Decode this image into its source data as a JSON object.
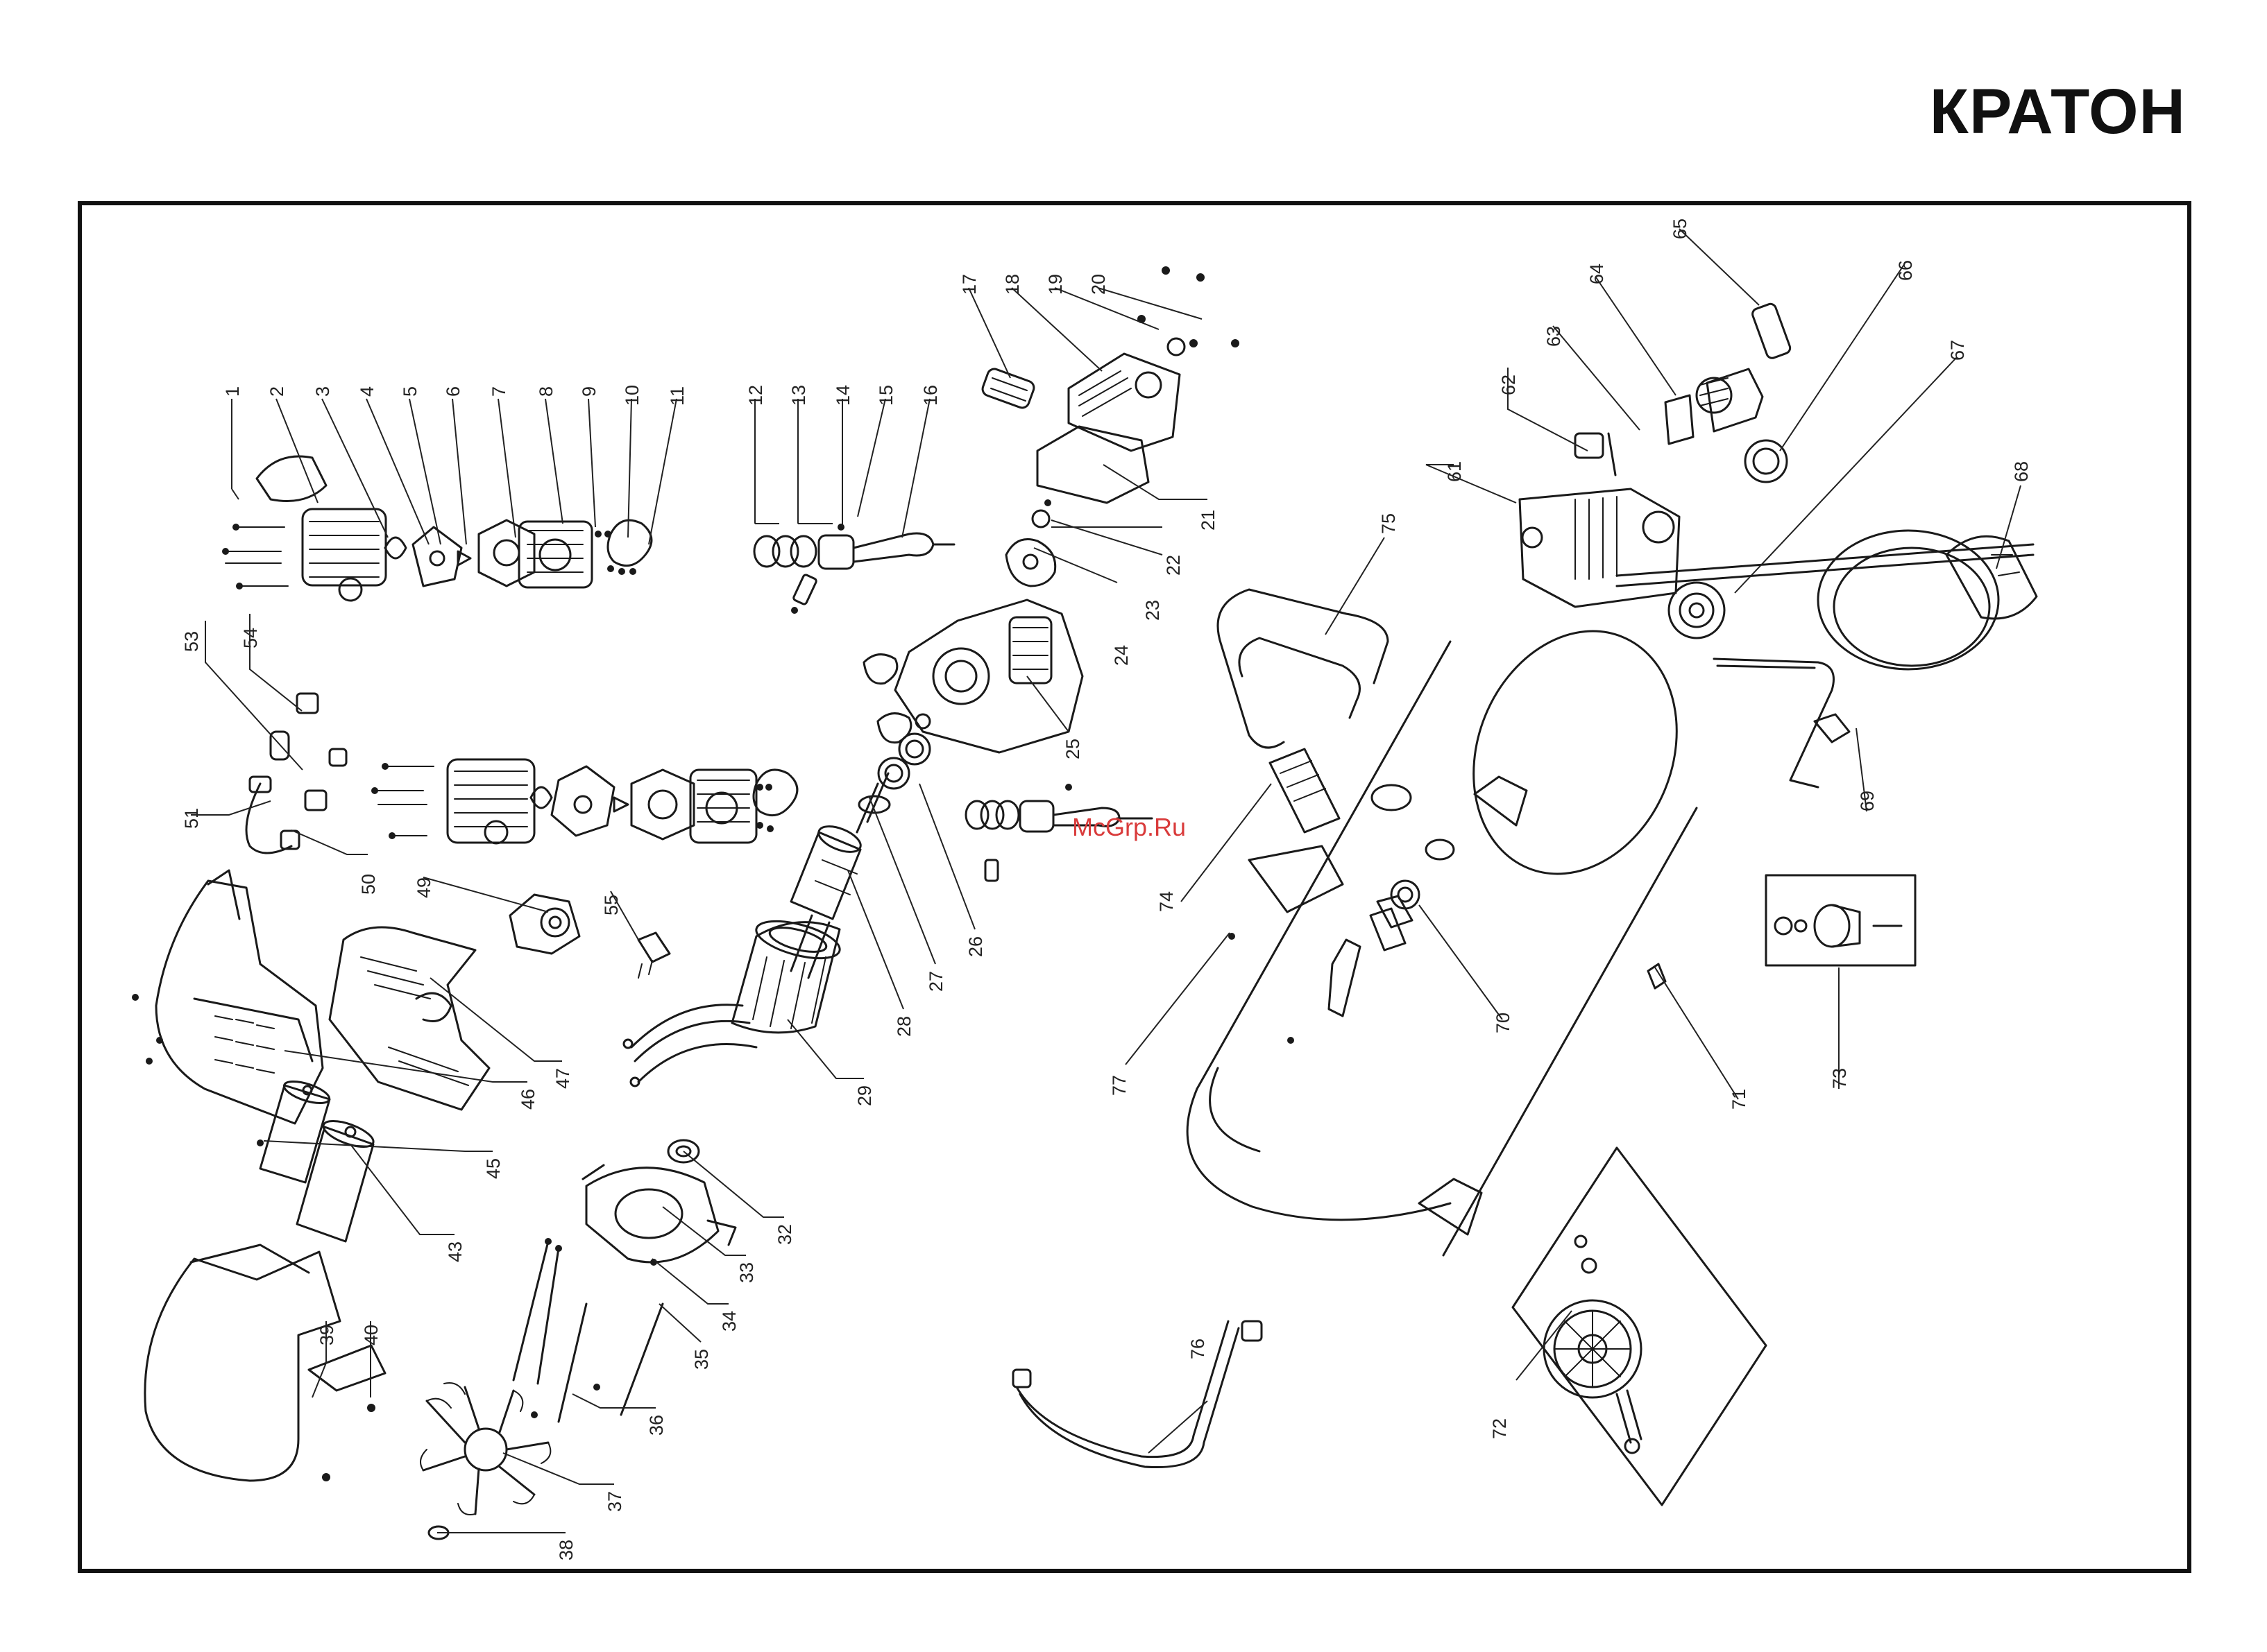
{
  "brand": {
    "logo_text": "КРАТОН"
  },
  "watermark": "McGrp.Ru",
  "colors": {
    "ink": "#1a1a1a",
    "frame": "#111111",
    "watermark": "#d93b3b",
    "background": "#ffffff"
  },
  "callouts": [
    "1",
    "2",
    "3",
    "4",
    "5",
    "6",
    "7",
    "8",
    "9",
    "10",
    "11",
    "12",
    "13",
    "14",
    "15",
    "16",
    "17",
    "18",
    "19",
    "20",
    "21",
    "22",
    "23",
    "24",
    "25",
    "26",
    "27",
    "28",
    "29",
    "32",
    "33",
    "34",
    "35",
    "36",
    "37",
    "38",
    "39",
    "40",
    "43",
    "45",
    "46",
    "47",
    "49",
    "50",
    "51",
    "53",
    "54",
    "55",
    "61",
    "62",
    "63",
    "64",
    "65",
    "66",
    "67",
    "68",
    "69",
    "70",
    "71",
    "72",
    "73",
    "74",
    "75",
    "76",
    "77"
  ]
}
